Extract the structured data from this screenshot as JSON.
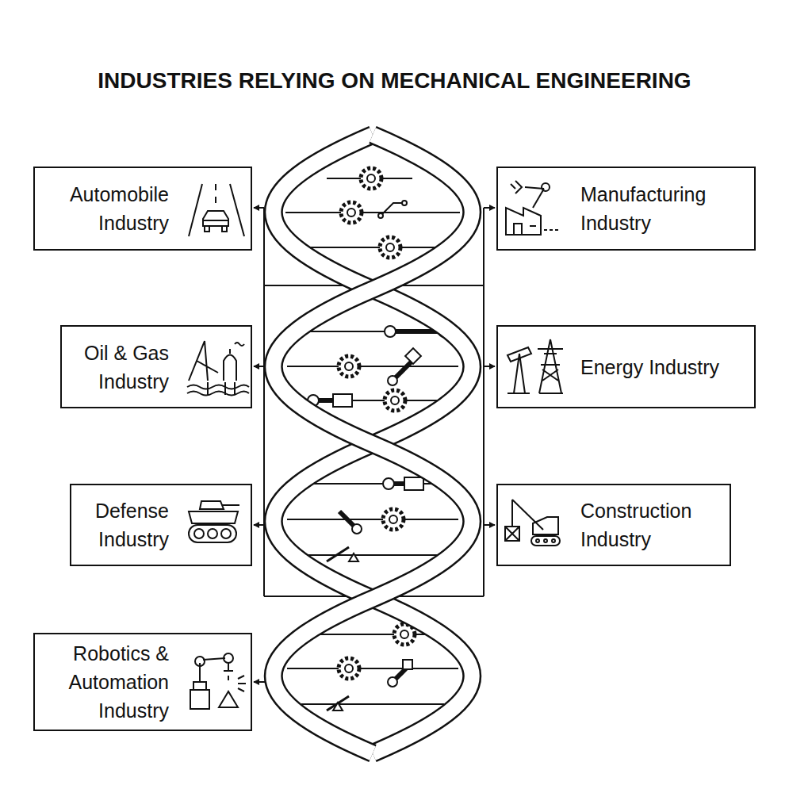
{
  "diagram": {
    "title": "INDUSTRIES RELYING ON MECHANICAL ENGINEERING",
    "nodes": [
      {
        "text": [
          "Automobile Industry"
        ]
      },
      {
        "text": [
          "Manufacturing Industry"
        ]
      },
      {
        "text": [
          "Oil & Gas Industry"
        ]
      },
      {
        "text": [
          "Energy Industry"
        ]
      },
      {
        "text": [
          "Defense Industry"
        ]
      },
      {
        "text": [
          "Construction Industry"
        ]
      },
      {
        "text": [
          "Robotics & Automation Industry"
        ]
      }
    ]
  }
}
